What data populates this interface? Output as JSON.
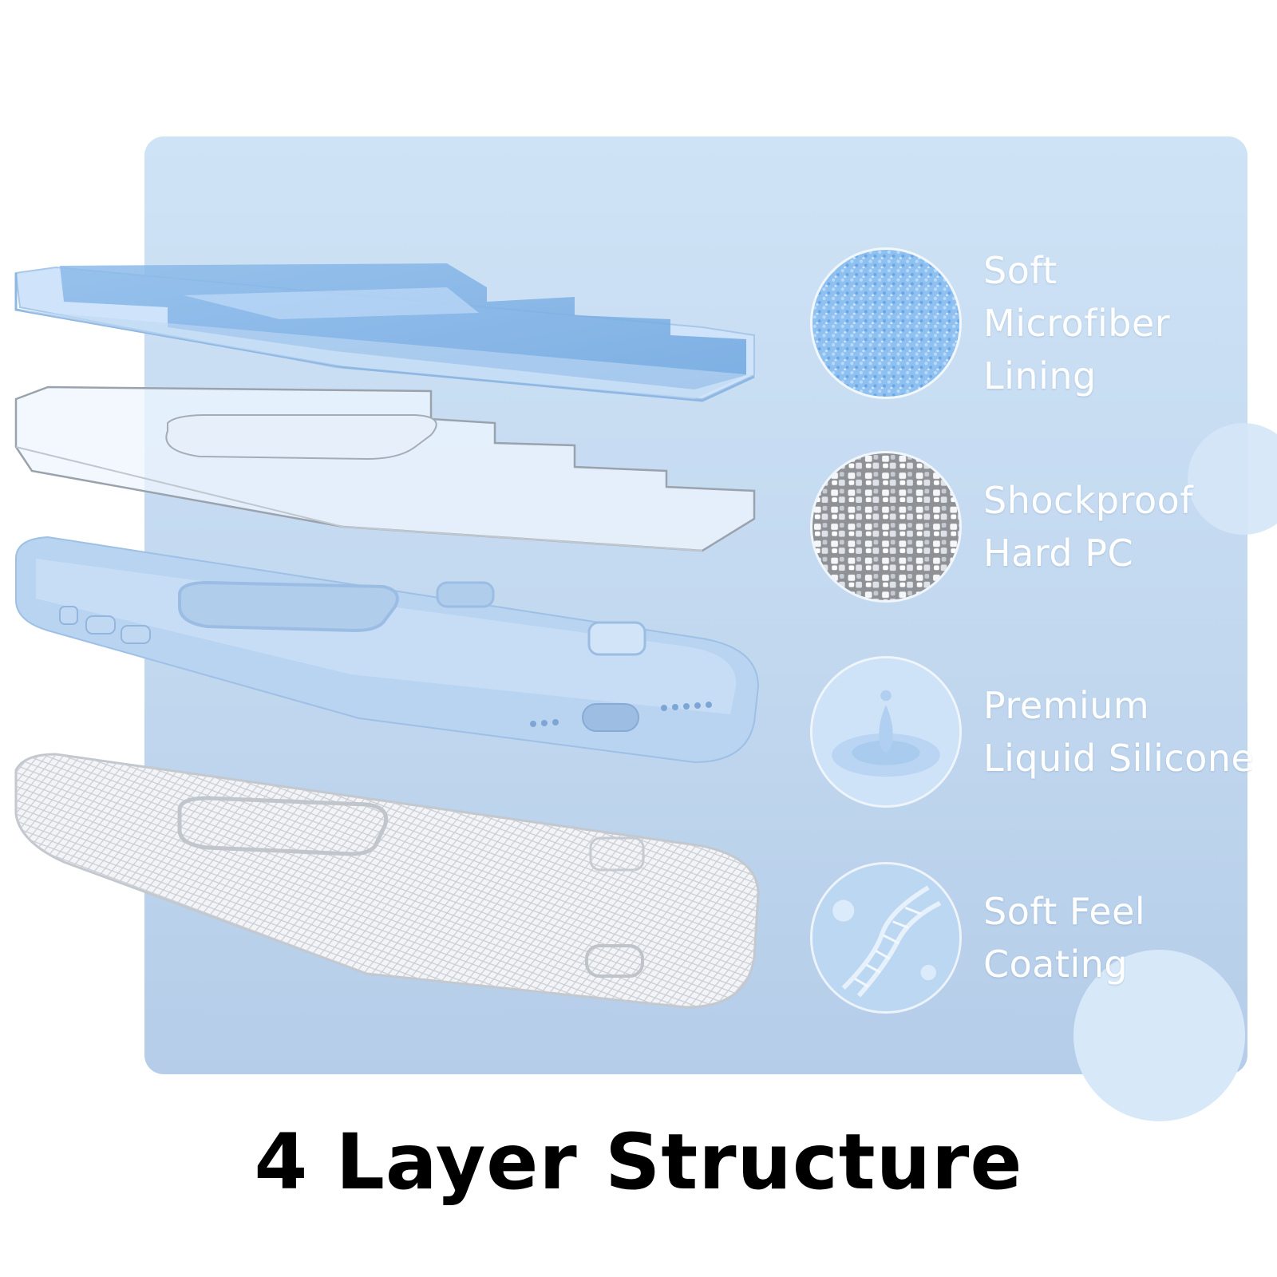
{
  "colors": {
    "panel": "#c7dcf2",
    "microfiber": "#7fb2e6",
    "silicone": "#b7d3f1",
    "title_text": "#000000",
    "feature_text": "#ffffff"
  },
  "layers": [
    {
      "name": "Soft Microfiber Lining",
      "icon": "microfiber-texture-icon",
      "lines": [
        "Soft",
        "Microfiber",
        "Lining"
      ]
    },
    {
      "name": "Shockproof Hard PC",
      "icon": "pc-pellets-icon",
      "lines": [
        "Shockproof",
        "Hard PC"
      ]
    },
    {
      "name": "Premium Liquid Silicone",
      "icon": "liquid-drop-icon",
      "lines": [
        "Premium",
        "Liquid Silicone"
      ]
    },
    {
      "name": "Soft Feel Coating",
      "icon": "dna-coating-icon",
      "lines": [
        "Soft Feel",
        "Coating"
      ]
    }
  ],
  "title": "4 Layer Structure"
}
